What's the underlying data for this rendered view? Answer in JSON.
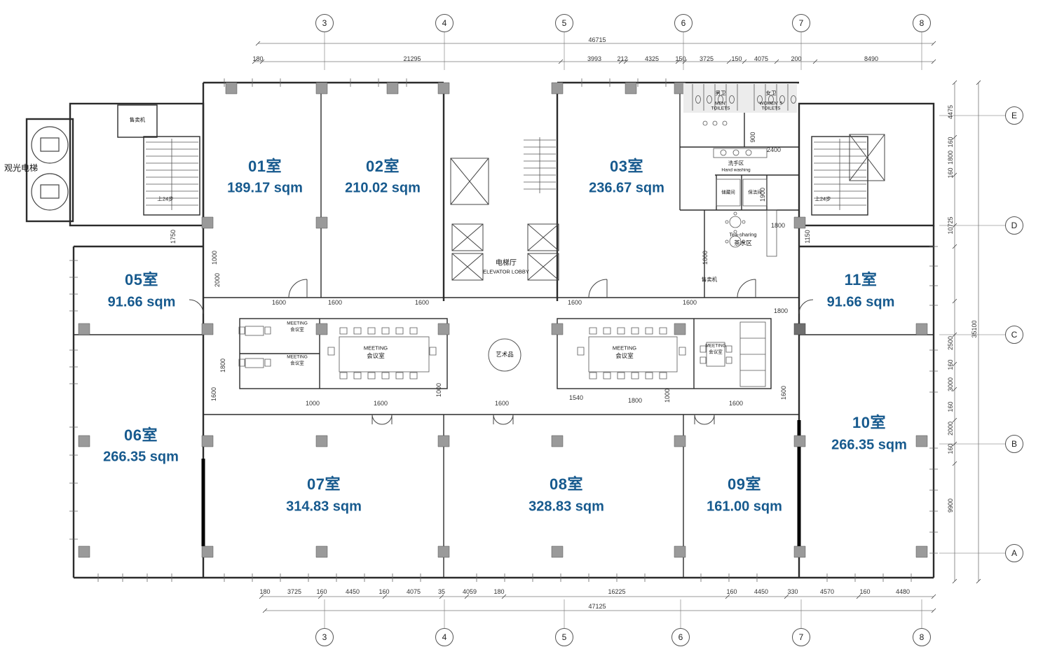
{
  "colors": {
    "accent": "#175A8E"
  },
  "grid": {
    "top": [
      "3",
      "4",
      "5",
      "6",
      "7",
      "8"
    ],
    "bottom": [
      "3",
      "4",
      "5",
      "6",
      "7",
      "8"
    ],
    "right": [
      "E",
      "D",
      "C",
      "B",
      "A"
    ]
  },
  "rooms": [
    {
      "name": "01室",
      "area": "189.17 sqm"
    },
    {
      "name": "02室",
      "area": "210.02 sqm"
    },
    {
      "name": "03室",
      "area": "236.67 sqm"
    },
    {
      "name": "05室",
      "area": "91.66 sqm"
    },
    {
      "name": "06室",
      "area": "266.35 sqm"
    },
    {
      "name": "07室",
      "area": "314.83 sqm"
    },
    {
      "name": "08室",
      "area": "328.83 sqm"
    },
    {
      "name": "09室",
      "area": "161.00 sqm"
    },
    {
      "name": "10室",
      "area": "266.35 sqm"
    },
    {
      "name": "11室",
      "area": "91.66 sqm"
    }
  ],
  "labels": {
    "elevator_obs": "观光电梯",
    "vending": "售卖机",
    "stairs_up": "上24步",
    "lobby_cn": "电梯厅",
    "lobby_en": "ELEVATOR LOBBY",
    "men_cn": "男卫",
    "men_en": "MEN' TOILETS",
    "women_cn": "女卫",
    "women_en": "WOMEN' S TOILETS",
    "wash_cn": "洗手区",
    "wash_en": "Hand washing",
    "storage": "储藏间",
    "cleaning": "保洁间",
    "tea_en": "Tea-sharing",
    "tea_cn": "茶水区",
    "meeting_en": "MEETING",
    "meeting_cn": "会议室",
    "art": "艺术品"
  },
  "dims": {
    "top_overall": "46715",
    "top": [
      "180",
      "21295",
      "3993",
      "212",
      "4325",
      "150",
      "3725",
      "150",
      "4075",
      "200",
      "8490"
    ],
    "bottom": [
      "180",
      "3725",
      "160",
      "4450",
      "160",
      "4075",
      "35",
      "4059",
      "180",
      "16225",
      "160",
      "4450",
      "330",
      "4570",
      "160",
      "4480"
    ],
    "bottom_overall": "47125",
    "right": [
      "4475",
      "160",
      "1800",
      "160",
      "10725",
      "2500",
      "160",
      "3000",
      "160",
      "2000",
      "160",
      "9900"
    ],
    "right_overall": "35100",
    "internal": [
      "1750",
      "1000",
      "2000",
      "1800",
      "1600",
      "1600",
      "1600",
      "1600",
      "1600",
      "1800",
      "1150",
      "1000",
      "2400",
      "1800",
      "1900",
      "900",
      "1600",
      "1000",
      "1600",
      "1000",
      "1600",
      "1540",
      "1800",
      "1000",
      "1600",
      "1600"
    ]
  }
}
